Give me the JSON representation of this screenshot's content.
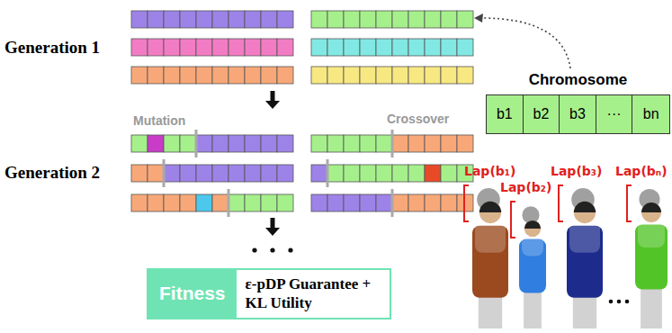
{
  "diagram": {
    "nodes": [
      {
        "text": [
          "Chromosome"
        ]
      },
      {
        "text": [
          "b1"
        ],
        "in": 0
      },
      {
        "text": [
          "b2"
        ],
        "in": 0
      },
      {
        "text": [
          "b3"
        ],
        "in": 0
      },
      {
        "text": [
          "···"
        ],
        "in": 0
      },
      {
        "text": [
          "bn"
        ],
        "in": 0
      },
      {
        "text": [
          "Fitness",
          "ε-pDP Guarantee + KL Utility"
        ]
      }
    ],
    "labels": [
      "Generation 1",
      "Mutation",
      "Crossover",
      "Generation 2",
      "Lap(b₁)",
      "Lap(b₂)",
      "Lap(b₃)",
      "Lap(bₙ)"
    ]
  }
}
